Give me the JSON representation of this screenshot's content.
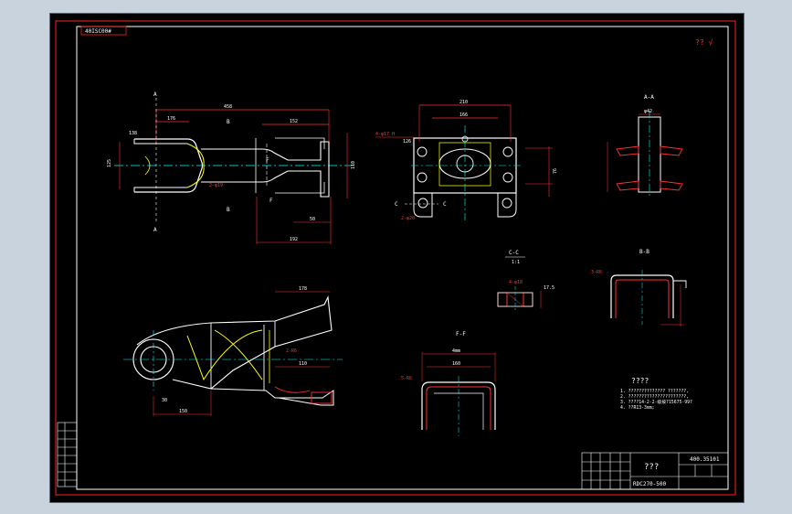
{
  "drawing": {
    "top_left_label": "40ISC00#",
    "corner_mark": "?? √",
    "part_number": "400.35101",
    "name_unknown": "???",
    "drawing_code": "RDC270-500",
    "notes_title": "????",
    "notes": [
      "1. ??????????????  ???????,",
      "2. ??????????????????????,",
      "3. ????14-2-2-级按?15675-99?",
      "4. ??R13-3mm;"
    ]
  },
  "views": {
    "section_aa": "A-A",
    "section_bb": "B-B",
    "section_cc": "C-C",
    "section_cc_scale": "1:1",
    "section_ff": "F-F"
  },
  "dims": {
    "plan_length": "458",
    "plan_176": "176",
    "plan_152": "152",
    "plan_192": "192",
    "plan_125": "125",
    "plan_138": "138",
    "plan_110": "110",
    "plan_50": "50",
    "plan_2phi": "2-φ19",
    "front_210": "210",
    "front_166": "166",
    "front_76": "76",
    "front_phi": "4-φ17 H",
    "front_126": "126",
    "front_bot": "2-φ20",
    "aa_width": "φ42",
    "cc_hole": "4-φ18",
    "cc_dim": "17.5",
    "bb_radius": "3-R6",
    "ff_length": "4mm",
    "ff_inner": "160",
    "ff_radius": "5-R6",
    "iso_178": "178",
    "iso_110": "110",
    "iso_150": "150",
    "iso_30": "30",
    "iso_r": "2-R6"
  },
  "labels": {
    "A": "A",
    "B": "B",
    "C": "C",
    "F": "F"
  }
}
